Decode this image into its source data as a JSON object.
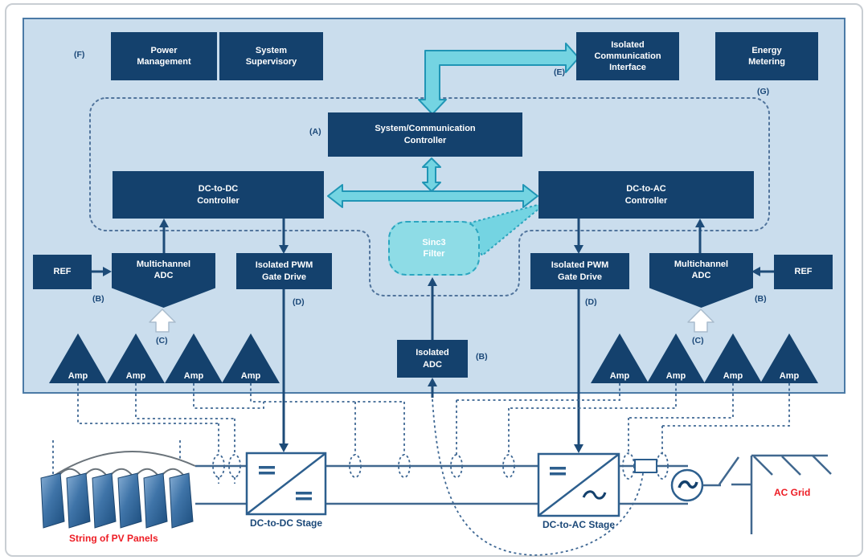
{
  "boxes": {
    "power_management": "Power\nManagement",
    "system_supervisory": "System\nSupervisory",
    "isolated_comm_interface": "Isolated\nCommunication\nInterface",
    "energy_metering": "Energy\nMetering",
    "system_comm_controller": "System/Communication\nController",
    "dcdc_controller": "DC-to-DC\nController",
    "dcac_controller": "DC-to-AC\nController",
    "ref": "REF",
    "multichannel_adc": "Multichannel\nADC",
    "isolated_pwm_gate_drive": "Isolated PWM\nGate Drive",
    "sinc3_filter": "Sinc3\nFilter",
    "isolated_adc": "Isolated\nADC",
    "amp": "Amp"
  },
  "tags": {
    "a": "(A)",
    "b": "(B)",
    "c": "(C)",
    "d": "(D)",
    "e": "(E)",
    "f": "(F)",
    "g": "(G)"
  },
  "bottom": {
    "dcdc_stage": "DC-to-DC Stage",
    "dcac_stage": "DC-to-AC Stage",
    "pv_string": "String of PV Panels",
    "ac_grid": "AC Grid"
  },
  "colors": {
    "panel_bg": "#cadded",
    "box_navy": "#14416d",
    "cyan_arrow": "#74d4e2",
    "cyan_stroke": "#2095b5",
    "sinc3_fill": "#8edce6",
    "line_navy": "#1d4b78",
    "wire_blue": "#41688f",
    "red_label": "#ed1c24"
  }
}
